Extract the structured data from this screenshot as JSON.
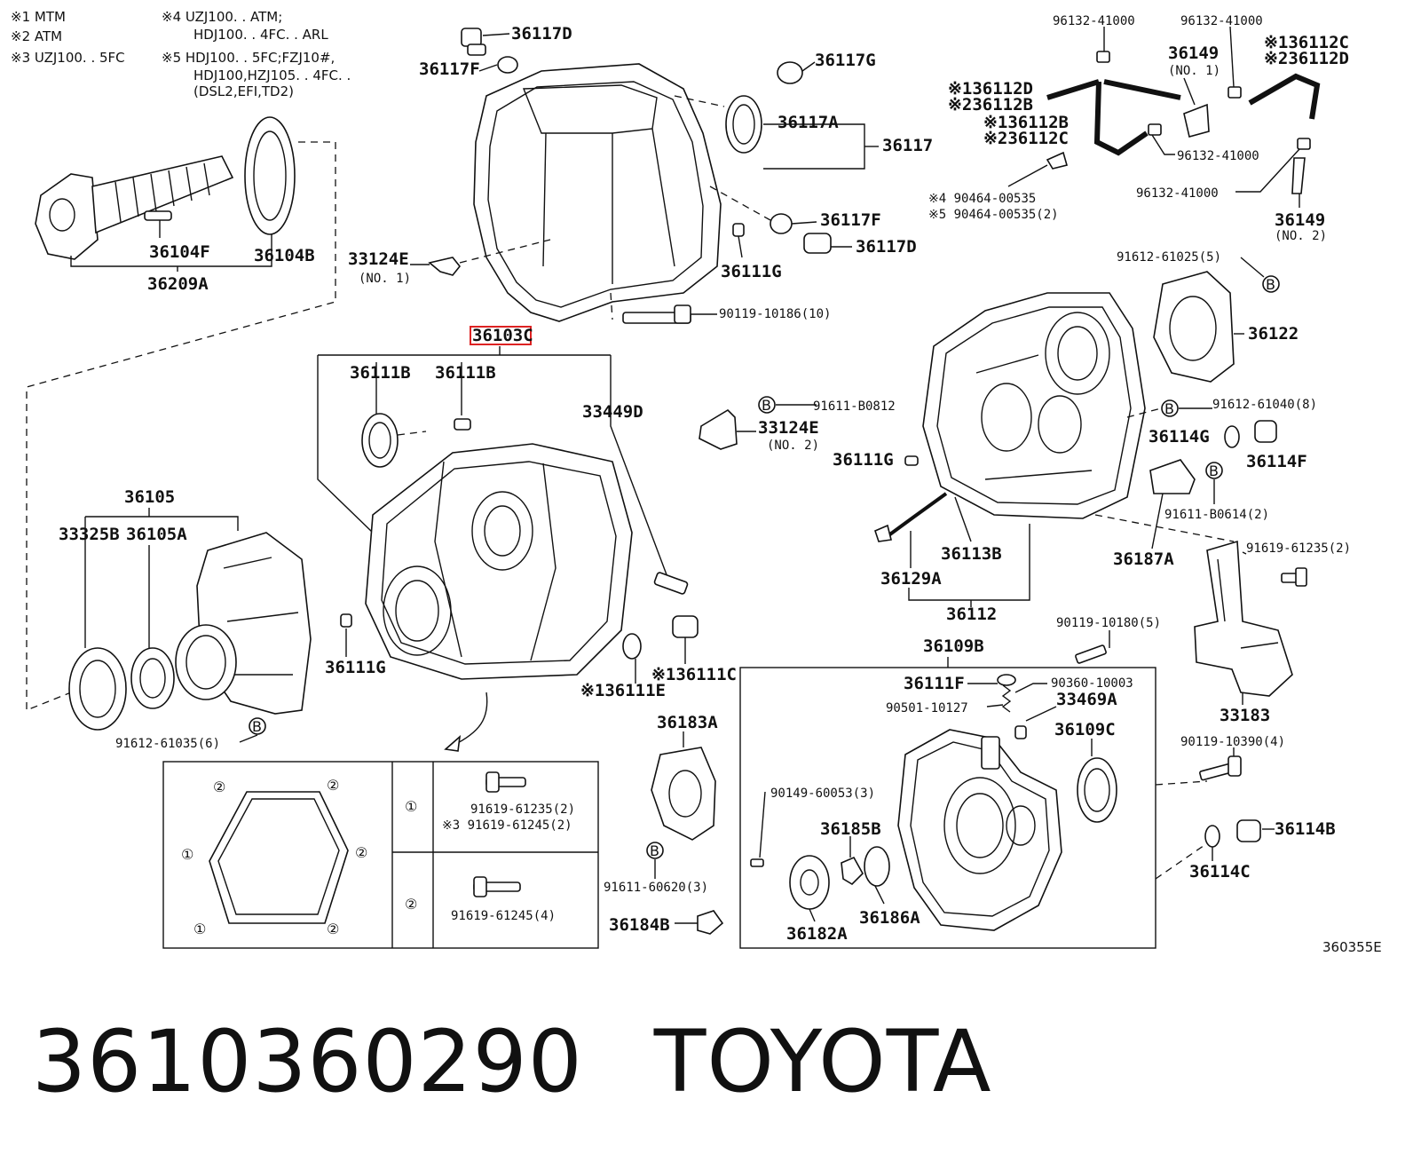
{
  "notes": [
    "※1 MTM",
    "※2 ATM",
    "※3 UZJ100. . 5FC",
    "※4 UZJ100. . ATM;",
    "HDJ100. . 4FC. . ARL",
    "※5 HDJ100. . 5FC;FZJ10#,",
    "HDJ100,HZJ105. . 4FC. .",
    "(DSL2,EFI,TD2)"
  ],
  "labels": {
    "p36117D_top": "36117D",
    "p36117F_top": "36117F",
    "p36117G": "36117G",
    "p36117A": "36117A",
    "p36117": "36117",
    "p36117F_mid": "36117F",
    "p36117D_mid": "36117D",
    "p36111G_top": "36111G",
    "p33124E_1": "33124E",
    "no1": "(NO. 1)",
    "p90119_10186": "90119-10186(10)",
    "p36104F": "36104F",
    "p36104B": "36104B",
    "p36209A": "36209A",
    "p36103C": "36103C",
    "p36111B_a": "36111B",
    "p36111B_b": "36111B",
    "p33449D": "33449D",
    "p36105": "36105",
    "p33325B": "33325B",
    "p36105A": "36105A",
    "p36111G_left": "36111G",
    "p36111C": "※136111C",
    "p36111E": "※136111E",
    "p91612_61035": "91612-61035(6)",
    "p96132_a": "96132-41000",
    "p96132_b": "96132-41000",
    "p36149_1": "36149",
    "no1_b": "(NO. 1)",
    "p36112C_1": "※136112C",
    "p36112D_2": "※236112D",
    "p36112D_1": "※136112D",
    "p36112B_2": "※236112B",
    "p36112B_1": "※136112B",
    "p36112C_2": "※236112C",
    "p96132_c": "96132-41000",
    "p96132_d": "96132-41000",
    "p90464_4": "※4 90464-00535",
    "p90464_5": "※5 90464-00535(2)",
    "p36149_2": "36149",
    "no2_b": "(NO. 2)",
    "p91612_61025": "91612-61025(5)",
    "p36122": "36122",
    "p91611_B0812": "91611-B0812",
    "p33124E_2": "33124E",
    "no2": "(NO. 2)",
    "p91612_61040": "91612-61040(8)",
    "p36114G": "36114G",
    "p36114F": "36114F",
    "p36111G_mid": "36111G",
    "p91611_B0614": "91611-B0614(2)",
    "p36113B": "36113B",
    "p36129A": "36129A",
    "p36187A": "36187A",
    "p91619_61235_r": "91619-61235(2)",
    "p36112": "36112",
    "p90119_10180": "90119-10180(5)",
    "p36109B": "36109B",
    "p36111F": "36111F",
    "p90360": "90360-10003",
    "p90501": "90501-10127",
    "p33469A": "33469A",
    "p36109C": "36109C",
    "p33183": "33183",
    "p90119_10390": "90119-10390(4)",
    "p36183A": "36183A",
    "p90149": "90149-60053(3)",
    "p36185B": "36185B",
    "p36186A": "36186A",
    "p36182A": "36182A",
    "p91611_60620": "91611-60620(3)",
    "p36184B": "36184B",
    "p36114B": "36114B",
    "p36114C": "36114C",
    "box_1_a": "91619-61235(2)",
    "box_1_b": "※3 91619-61245(2)",
    "box_2": "91619-61245(4)",
    "circ1": "①",
    "circ2": "②",
    "circ_B": "B",
    "ref": "360355E"
  },
  "footer": {
    "part_number": "3610360290",
    "brand": "TOYOTA"
  }
}
